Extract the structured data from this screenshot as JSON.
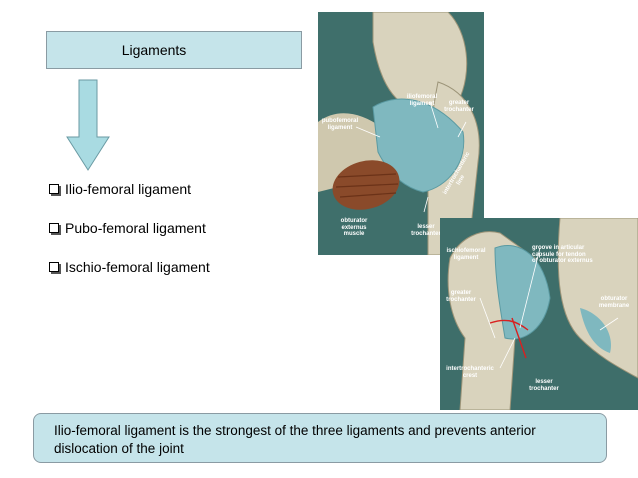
{
  "slide": {
    "title": "Ligaments",
    "bullets": [
      {
        "label": "Ilio-femoral ligament"
      },
      {
        "label": "Pubo-femoral ligament"
      },
      {
        "label": "Ischio-femoral ligament"
      }
    ],
    "note": "Ilio-femoral ligament is the strongest  of the three ligaments and prevents anterior dislocation of the joint"
  },
  "figure1": {
    "labels": {
      "iliofemoral": "iliofemoral\nligament",
      "greater_trochanter": "greater\ntrochanter",
      "pubofemoral": "pubofemoral\nligament",
      "intertrochanteric": "intertrochanteric\nline",
      "obturator_externus": "obturator\nexternus\nmuscle",
      "lesser_trochanter": "lesser\ntrochanter"
    }
  },
  "figure2": {
    "labels": {
      "ischiofemoral": "ischiofemoral\nligament",
      "groove": "groove in articular\ncapsule for tendon\nof obturator externus",
      "greater_trochanter": "greater\ntrochanter",
      "obturator_membrane": "obturator\nmembrane",
      "intertrochanteric_crest": "intertrochanteric\ncrest",
      "lesser_trochanter": "lesser\ntrochanter"
    }
  },
  "colors": {
    "box_fill": "#c5e4ea",
    "arrow_fill": "#a9dbe2",
    "ligament": "#7fb8bf",
    "bone": "#d9d3bd",
    "muscle": "#8a4a2a"
  }
}
